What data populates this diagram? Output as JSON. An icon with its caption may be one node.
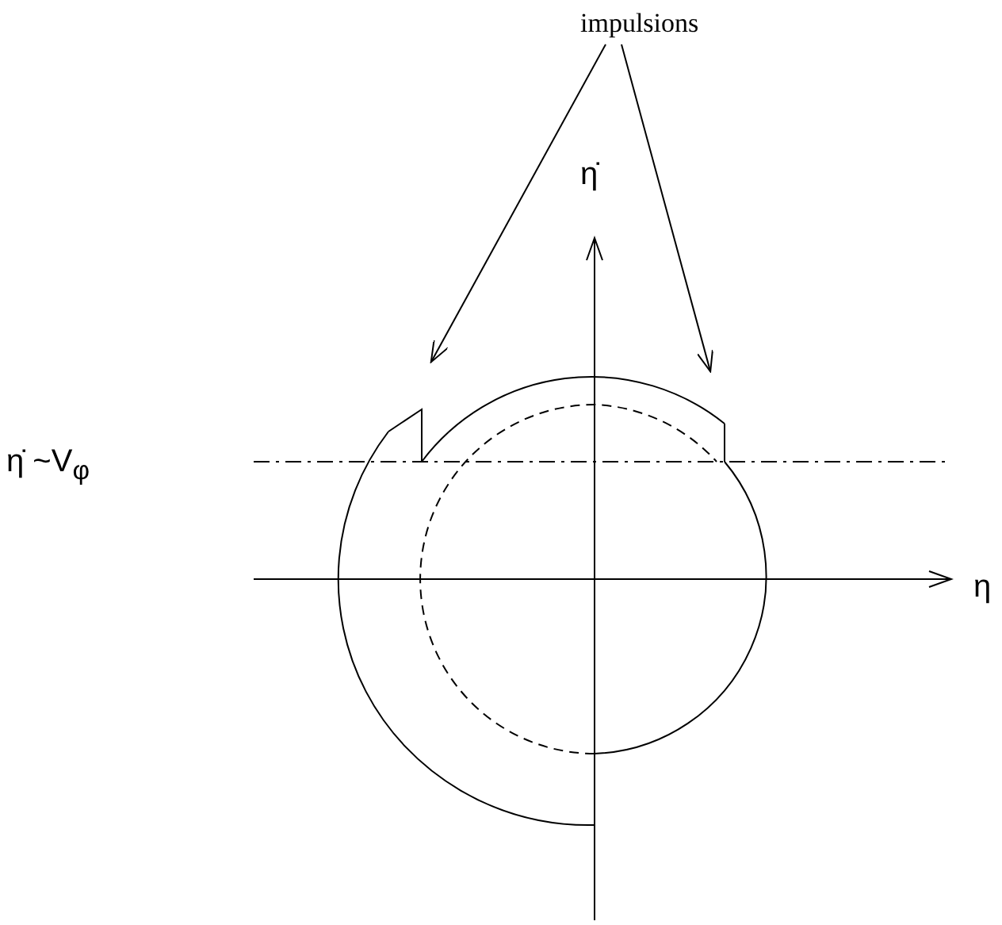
{
  "diagram": {
    "nodes": [
      {
        "text": [
          "impulsions"
        ]
      },
      {
        "text": [],
        "shape": "line"
      },
      {
        "text": [],
        "shape": "line"
      }
    ],
    "edges": [
      {
        "from": 0,
        "to": 1,
        "arrow": "to"
      },
      {
        "from": 0,
        "to": 2,
        "arrow": "to"
      },
      {
        "from": 1,
        "to": 2,
        "arrow": "none"
      }
    ],
    "labels": [
      "η̇",
      "η",
      "η̇ ~V$_{φ}$"
    ]
  }
}
